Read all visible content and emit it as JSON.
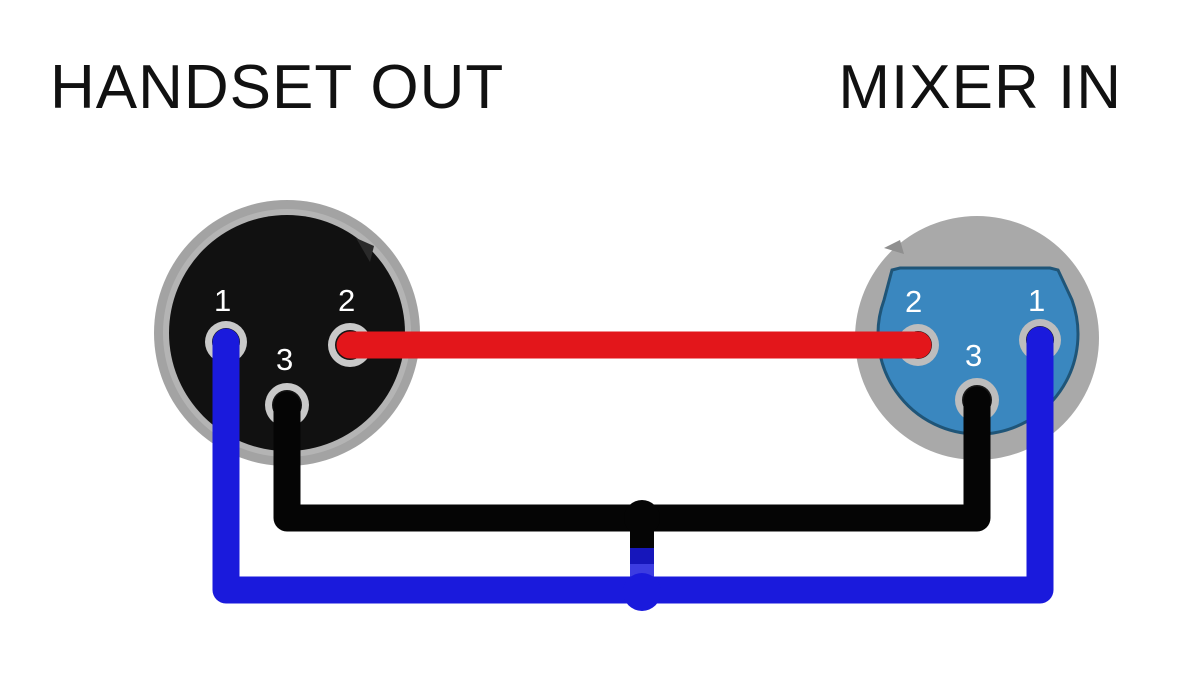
{
  "headings": {
    "left": "HANDSET OUT",
    "right": "MIXER IN"
  },
  "connectors": {
    "left": {
      "pins": [
        {
          "label": "1"
        },
        {
          "label": "2"
        },
        {
          "label": "3"
        }
      ]
    },
    "right": {
      "pins": [
        {
          "label": "1"
        },
        {
          "label": "2"
        },
        {
          "label": "3"
        }
      ]
    }
  },
  "colors": {
    "wire_pin1": "#1a1adc",
    "wire_pin2": "#e3161b",
    "wire_pin3": "#050505",
    "left_connector_face": "#111111",
    "right_connector_face": "#3a87bf",
    "connector_shell": "#a3a3a3"
  }
}
